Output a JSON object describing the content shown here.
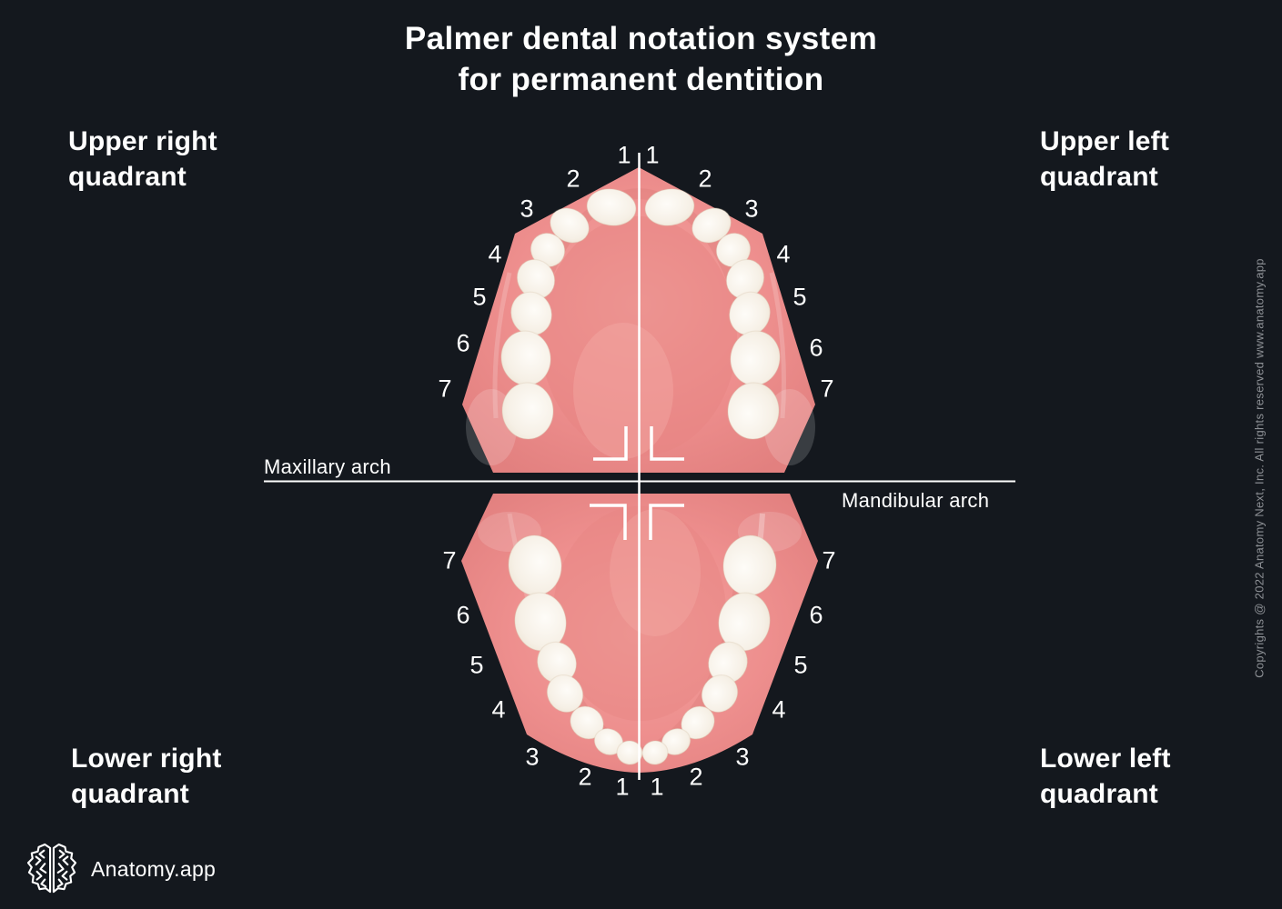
{
  "title": {
    "line1": "Palmer dental notation system",
    "line2": "for permanent dentition"
  },
  "quadrant_labels": {
    "upper_right": "Upper right quadrant",
    "upper_left": "Upper left quadrant",
    "lower_right": "Lower right quadrant",
    "lower_left": "Lower left quadrant"
  },
  "arch_labels": {
    "maxillary": "Maxillary arch",
    "mandibular": "Mandibular arch"
  },
  "tooth_numbers": {
    "upper_right": [
      "1",
      "2",
      "3",
      "4",
      "5",
      "6",
      "7"
    ],
    "upper_left": [
      "1",
      "2",
      "3",
      "4",
      "5",
      "6",
      "7"
    ],
    "lower_right": [
      "1",
      "2",
      "3",
      "4",
      "5",
      "6",
      "7"
    ],
    "lower_left": [
      "1",
      "2",
      "3",
      "4",
      "5",
      "6",
      "7"
    ]
  },
  "icons": {
    "brain_logo": "brain-logo-icon"
  },
  "footer": {
    "brand": "Anatomy.app"
  },
  "copyright": "Copyrights @ 2022 Anatomy Next, Inc. All rights reserved www.anatomy.app",
  "colors": {
    "background": "#14181e",
    "gum_pink": "#ee8f8e",
    "gum_shadow": "#e07f7e",
    "tooth": "#f6f1e8",
    "line_white": "#ffffff",
    "copyright_gray": "#8d9095"
  }
}
